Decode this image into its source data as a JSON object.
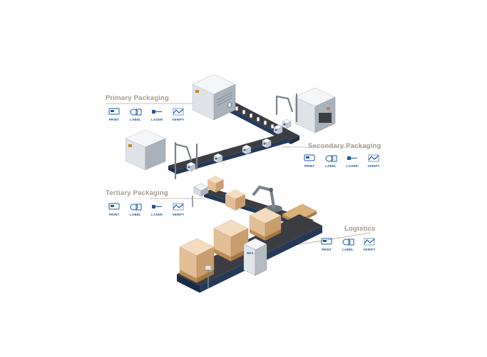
{
  "stages": [
    {
      "id": "primary",
      "title": "Primary Packaging",
      "icons": [
        {
          "label": "PRINT",
          "icon": "print-icon"
        },
        {
          "label": "LABEL",
          "icon": "label-roll-icon"
        },
        {
          "label": "LASER",
          "icon": "laser-icon"
        },
        {
          "label": "VERIFY",
          "icon": "verify-icon"
        }
      ]
    },
    {
      "id": "secondary",
      "title": "Secondary Packaging",
      "icons": [
        {
          "label": "PRINT",
          "icon": "print-icon"
        },
        {
          "label": "LABEL",
          "icon": "label-roll-icon"
        },
        {
          "label": "LASER",
          "icon": "laser-icon"
        },
        {
          "label": "VERIFY",
          "icon": "verify-icon"
        }
      ]
    },
    {
      "id": "tertiary",
      "title": "Tertiary Packaging",
      "icons": [
        {
          "label": "PRINT",
          "icon": "print-icon"
        },
        {
          "label": "LABEL",
          "icon": "label-roll-icon"
        },
        {
          "label": "LASER",
          "icon": "laser-icon"
        },
        {
          "label": "VERIFY",
          "icon": "verify-icon"
        }
      ]
    },
    {
      "id": "logistics",
      "title": "Logistics",
      "icons": [
        {
          "label": "PRINT",
          "icon": "print-icon"
        },
        {
          "label": "LABEL",
          "icon": "label-roll-icon"
        },
        {
          "label": "VERIFY",
          "icon": "verify-icon"
        }
      ]
    }
  ],
  "cabinet_tag": "REA",
  "colors": {
    "title": "#a39a8a",
    "icon_blue": "#1f5a9e",
    "conveyor_top": "#3b3d42",
    "conveyor_side": "#24395a",
    "machine_light": "#eef1f4",
    "machine_dark": "#9aa1a9",
    "box": "#e9c9a3",
    "pallet": "#c9a063"
  }
}
